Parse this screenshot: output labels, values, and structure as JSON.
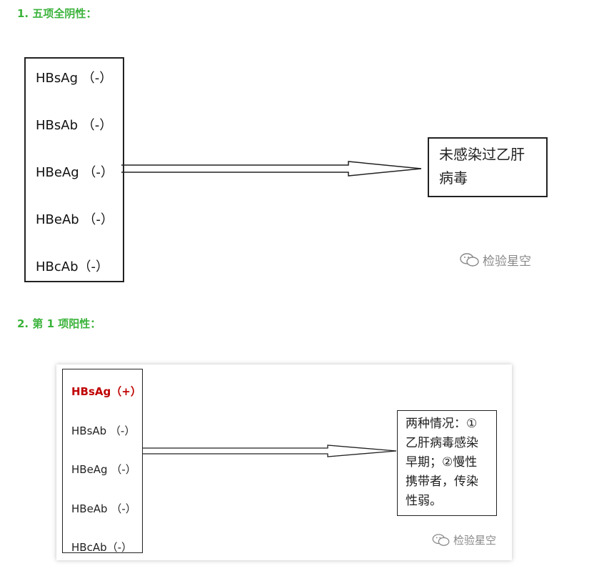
{
  "section1": {
    "heading": "1. 五项全阴性：",
    "markers": [
      "HBsAg （-）",
      "HBsAb （-）",
      "HBeAg （-）",
      "HBeAb （-）",
      "HBcAb（-）"
    ],
    "result_lines": [
      "未感染过乙肝",
      "病毒"
    ],
    "watermark": "检验星空"
  },
  "section2": {
    "heading": "2. 第 1 项阳性：",
    "markers": [
      "HBsAg（+）",
      "HBsAb （-）",
      "HBeAg （-）",
      "HBeAb （-）",
      "HBcAb（-）"
    ],
    "positive_color": "#c00000",
    "result_lines": [
      "两种情况：①",
      "乙肝病毒感染",
      "早期；②慢性",
      "携带者，传染",
      "性弱。"
    ],
    "watermark": "检验星空"
  },
  "colors": {
    "heading": "#3bb33b",
    "border": "#222222",
    "watermark": "#888888"
  },
  "icons": {
    "watermark_icon": "wechat-icon",
    "arrow": "double-line-arrow"
  }
}
